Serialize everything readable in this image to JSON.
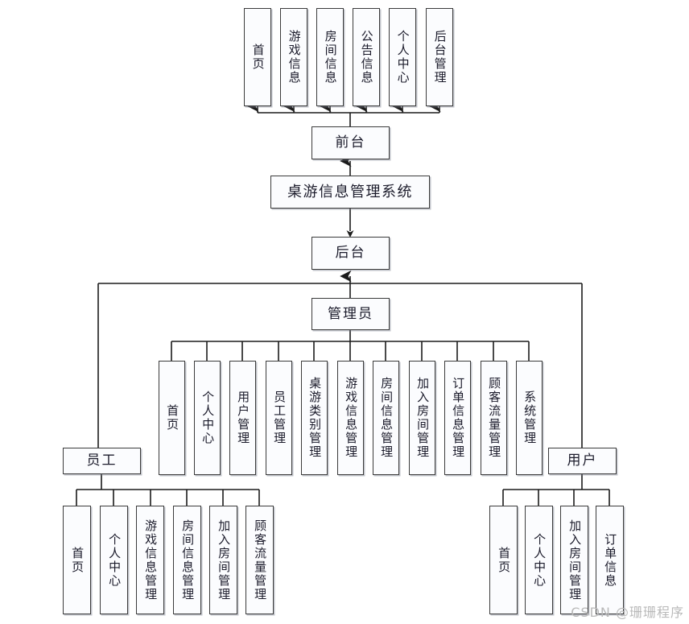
{
  "diagram": {
    "title": "桌游信息管理系统",
    "frontend": {
      "label": "前台"
    },
    "backend": {
      "label": "后台"
    },
    "admin": {
      "label": "管理员"
    },
    "employee": {
      "label": "员工"
    },
    "user": {
      "label": "用户"
    },
    "frontend_items": [
      {
        "label": "首页"
      },
      {
        "label": "游戏信息"
      },
      {
        "label": "房间信息"
      },
      {
        "label": "公告信息"
      },
      {
        "label": "个人中心"
      },
      {
        "label": "后台管理"
      }
    ],
    "admin_items": [
      {
        "label": "首页"
      },
      {
        "label": "个人中心"
      },
      {
        "label": "用户管理"
      },
      {
        "label": "员工管理"
      },
      {
        "label": "桌游类别管理"
      },
      {
        "label": "游戏信息管理"
      },
      {
        "label": "房间信息管理"
      },
      {
        "label": "加入房间管理"
      },
      {
        "label": "订单信息管理"
      },
      {
        "label": "顾客流量管理"
      },
      {
        "label": "系统管理"
      }
    ],
    "employee_items": [
      {
        "label": "首页"
      },
      {
        "label": "个人中心"
      },
      {
        "label": "游戏信息管理"
      },
      {
        "label": "房间信息管理"
      },
      {
        "label": "加入房间管理"
      },
      {
        "label": "顾客流量管理"
      }
    ],
    "user_items": [
      {
        "label": "首页"
      },
      {
        "label": "个人中心"
      },
      {
        "label": "加入房间管理"
      },
      {
        "label": "订单信息"
      }
    ],
    "watermark": "CSDN @珊珊程序",
    "colors": {
      "stroke": "#3b3b3b",
      "fill": "#fbfcfe",
      "text": "#1b1b2b",
      "watermark": "#b9b9b9"
    }
  }
}
